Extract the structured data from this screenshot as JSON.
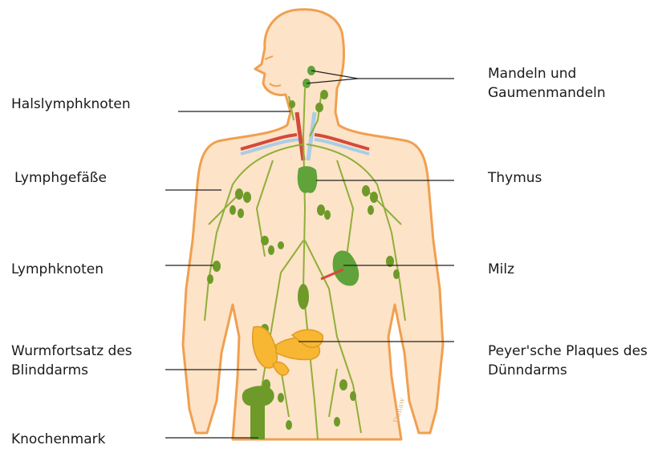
{
  "labels": {
    "left": {
      "halslymphknoten": "Halslymphknoten",
      "lymphgefaesse": "Lymphgefäße",
      "lymphknoten": "Lymphknoten",
      "wurmfortsatz_line1": "Wurmfortsatz des",
      "wurmfortsatz_line2": "Blinddarms",
      "knochenmark": "Knochenmark"
    },
    "right": {
      "mandeln_line1": "Mandeln und",
      "mandeln_line2": "Gaumenmandeln",
      "thymus": "Thymus",
      "milz": "Milz",
      "peyer_line1": "Peyer'sche Plaques des",
      "peyer_line2": "Dünndarms"
    }
  },
  "colors": {
    "skin": "#fde3c8",
    "outline": "#f0a050",
    "lymph": "#8faf3a",
    "node": "#6e9a2a",
    "organ": "#5fa33a",
    "intestine": "#f7b733",
    "leader": "#222222"
  }
}
